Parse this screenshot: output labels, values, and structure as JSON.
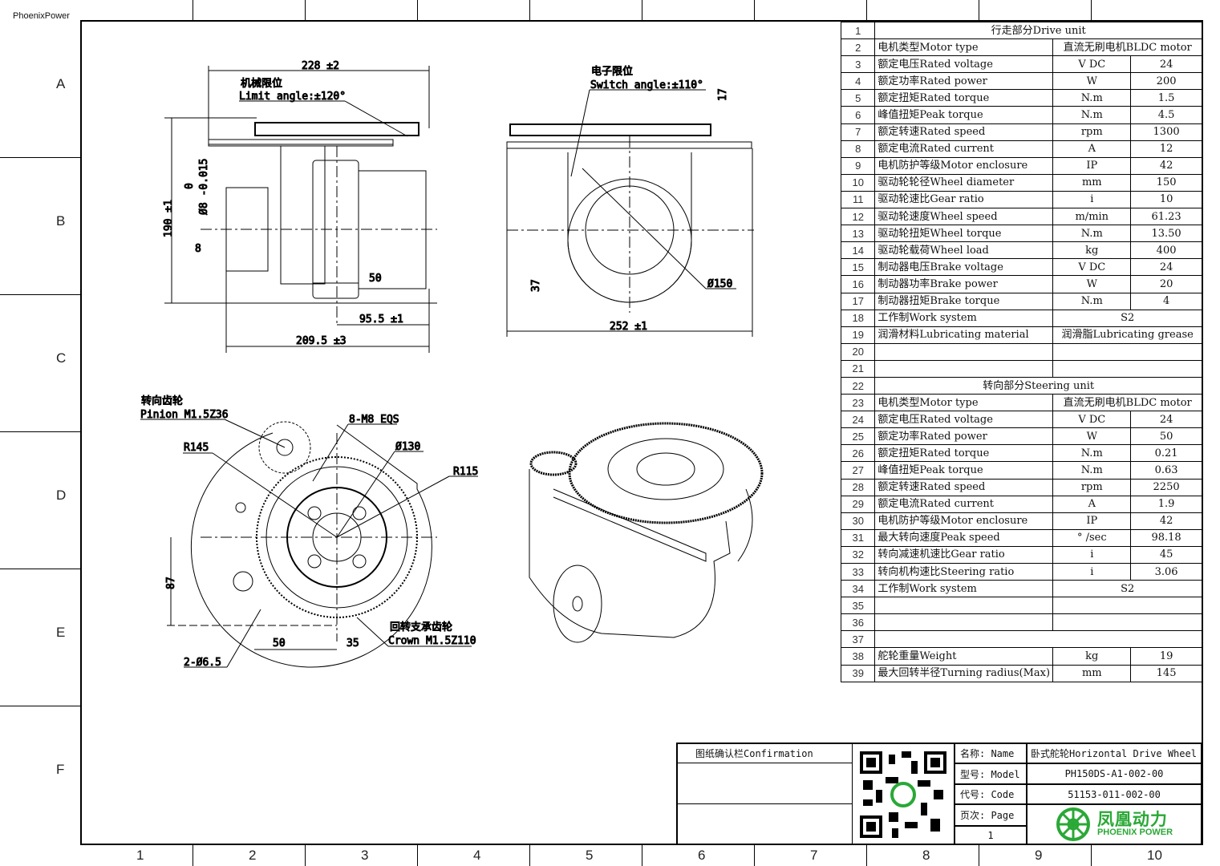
{
  "brand": "PhoenixPower",
  "zones": {
    "rows": [
      "A",
      "B",
      "C",
      "D",
      "E",
      "F"
    ],
    "cols": [
      "1",
      "2",
      "3",
      "4",
      "5",
      "6",
      "7",
      "8",
      "9",
      "10"
    ]
  },
  "side_view": {
    "dim_width_top": "228 ±2",
    "limit_cn": "机械限位",
    "limit_en": "Limit angle:±120°",
    "dim_height": "190 ±1",
    "shaft_tol": "0",
    "shaft_tol2": "Ø8 -0.015",
    "dim_8": "8",
    "dim_50": "50",
    "dim_95": "95.5 ±1",
    "dim_209": "209.5 ±3"
  },
  "front_view": {
    "switch_cn": "电子限位",
    "switch_en": "Switch angle:±110°",
    "dim_17": "17",
    "dim_37": "37",
    "dim_dia": "Ø150",
    "dim_252": "252 ±1"
  },
  "top_view": {
    "pinion_cn": "转向齿轮",
    "pinion_en": "Pinion M1.5Z36",
    "bolts": "8-M8 EQS",
    "r145": "R145",
    "d130": "Ø130",
    "r115": "R115",
    "dim_87": "87",
    "crown_cn": "回转支承齿轮",
    "crown_en": "Crown M1.5Z110",
    "dim_50": "50",
    "dim_35": "35",
    "holes": "2-Ø6.5"
  },
  "spec_table": [
    {
      "n": "1",
      "type": "header",
      "label": "行走部分Drive unit"
    },
    {
      "n": "2",
      "type": "full",
      "label": "电机类型Motor type",
      "value": "直流无刷电机BLDC motor"
    },
    {
      "n": "3",
      "label": "额定电压Rated voltage",
      "unit": "V DC",
      "value": "24"
    },
    {
      "n": "4",
      "label": "额定功率Rated power",
      "unit": "W",
      "value": "200"
    },
    {
      "n": "5",
      "label": "额定扭矩Rated torque",
      "unit": "N.m",
      "value": "1.5"
    },
    {
      "n": "6",
      "label": "峰值扭矩Peak torque",
      "unit": "N.m",
      "value": "4.5"
    },
    {
      "n": "7",
      "label": "额定转速Rated speed",
      "unit": "rpm",
      "value": "1300"
    },
    {
      "n": "8",
      "label": "额定电流Rated current",
      "unit": "A",
      "value": "12"
    },
    {
      "n": "9",
      "label": "电机防护等级Motor enclosure",
      "unit": "IP",
      "value": "42"
    },
    {
      "n": "10",
      "label": "驱动轮轮径Wheel diameter",
      "unit": "mm",
      "value": "150"
    },
    {
      "n": "11",
      "label": "驱动轮速比Gear ratio",
      "unit": "i",
      "value": "10"
    },
    {
      "n": "12",
      "label": "驱动轮速度Wheel speed",
      "unit": "m/min",
      "value": "61.23"
    },
    {
      "n": "13",
      "label": "驱动轮扭矩Wheel torque",
      "unit": "N.m",
      "value": "13.50"
    },
    {
      "n": "14",
      "label": "驱动轮载荷Wheel load",
      "unit": "kg",
      "value": "400"
    },
    {
      "n": "15",
      "label": "制动器电压Brake voltage",
      "unit": "V DC",
      "value": "24"
    },
    {
      "n": "16",
      "label": "制动器功率Brake power",
      "unit": "W",
      "value": "20"
    },
    {
      "n": "17",
      "label": "制动器扭矩Brake torque",
      "unit": "N.m",
      "value": "4"
    },
    {
      "n": "18",
      "type": "full",
      "label": "工作制Work system",
      "value": "S2"
    },
    {
      "n": "19",
      "type": "full",
      "label": "润滑材料Lubricating material",
      "value": "润滑脂Lubricating grease"
    },
    {
      "n": "20",
      "type": "full",
      "label": "",
      "value": ""
    },
    {
      "n": "21",
      "type": "full",
      "label": "",
      "value": ""
    },
    {
      "n": "22",
      "type": "header",
      "label": "转向部分Steering unit"
    },
    {
      "n": "23",
      "type": "full",
      "label": "电机类型Motor type",
      "value": "直流无刷电机BLDC motor"
    },
    {
      "n": "24",
      "label": "额定电压Rated voltage",
      "unit": "V DC",
      "value": "24"
    },
    {
      "n": "25",
      "label": "额定功率Rated power",
      "unit": "W",
      "value": "50"
    },
    {
      "n": "26",
      "label": "额定扭矩Rated torque",
      "unit": "N.m",
      "value": "0.21"
    },
    {
      "n": "27",
      "label": "峰值扭矩Peak torque",
      "unit": "N.m",
      "value": "0.63"
    },
    {
      "n": "28",
      "label": "额定转速Rated speed",
      "unit": "rpm",
      "value": "2250"
    },
    {
      "n": "29",
      "label": "额定电流Rated current",
      "unit": "A",
      "value": "1.9"
    },
    {
      "n": "30",
      "label": "电机防护等级Motor enclosure",
      "unit": "IP",
      "value": "42"
    },
    {
      "n": "31",
      "label": "最大转向速度Peak speed",
      "unit": "° /sec",
      "value": "98.18"
    },
    {
      "n": "32",
      "label": "转向减速机速比Gear ratio",
      "unit": "i",
      "value": "45"
    },
    {
      "n": "33",
      "label": "转向机构速比Steering ratio",
      "unit": "i",
      "value": "3.06"
    },
    {
      "n": "34",
      "type": "full",
      "label": "工作制Work system",
      "value": "S2"
    },
    {
      "n": "35",
      "type": "full",
      "label": "",
      "value": ""
    },
    {
      "n": "36",
      "type": "full",
      "label": "",
      "value": ""
    },
    {
      "n": "37",
      "type": "header",
      "label": ""
    },
    {
      "n": "38",
      "label": "舵轮重量Weight",
      "unit": "kg",
      "value": "19"
    },
    {
      "n": "39",
      "label": "最大回转半径Turning radius(Max)",
      "unit": "mm",
      "value": "145"
    }
  ],
  "title_block": {
    "confirmation": "图纸确认栏Confirmation",
    "name_label": "名称: Name",
    "name_value": "卧式舵轮Horizontal Drive Wheel",
    "model_label": "型号: Model",
    "model_value": "PH150DS-A1-002-00",
    "code_label": "代号: Code",
    "code_value": "51153-011-002-00",
    "page_label": "页次: Page",
    "page_value": "1",
    "logo_cn": "凤凰动力",
    "logo_en": "PHOENIX POWER",
    "logo_color": "#2aa836"
  }
}
